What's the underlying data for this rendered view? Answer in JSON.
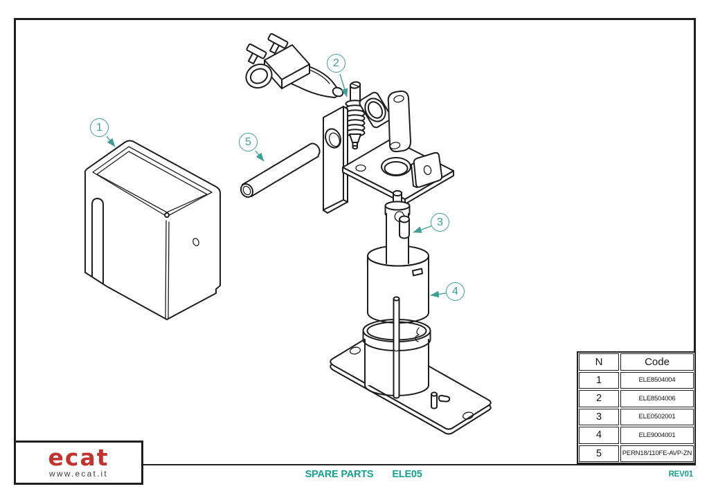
{
  "colors": {
    "accent_teal": "#17a28e",
    "balloon_teal": "#3f9f96",
    "line_black": "#1d1d1d",
    "logo_red": "#c23330"
  },
  "logo": {
    "name": "ecat",
    "website": "www.ecat.it"
  },
  "title_block": {
    "doc_title": "SPARE PARTS",
    "model_code": "ELE05",
    "revision": "REV01"
  },
  "parts_table": {
    "headers": {
      "n": "N",
      "code": "Code"
    },
    "rows": [
      {
        "n": "1",
        "code": "ELE8504004"
      },
      {
        "n": "2",
        "code": "ELE8504006"
      },
      {
        "n": "3",
        "code": "ELE0502001"
      },
      {
        "n": "4",
        "code": "ELE9004001"
      },
      {
        "n": "5",
        "code": "PERN18/110FE-AVP-ZN"
      }
    ]
  },
  "balloons": [
    {
      "n": "1"
    },
    {
      "n": "2"
    },
    {
      "n": "3"
    },
    {
      "n": "4"
    },
    {
      "n": "5"
    }
  ]
}
